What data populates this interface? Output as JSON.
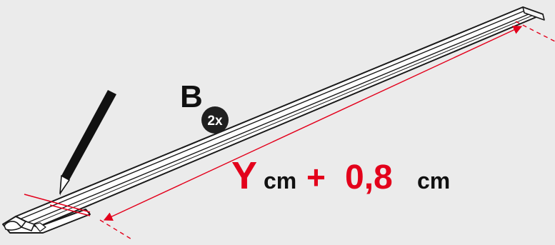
{
  "part": {
    "letter": "B",
    "quantity": "2x"
  },
  "measurement": {
    "variable": "Y",
    "unit_1": "cm",
    "operator": "+",
    "offset": "0,8",
    "unit_2": "cm"
  },
  "colors": {
    "background": "#ebebeb",
    "accent": "#e3001b",
    "ink": "#1a1a1a",
    "badge": "#1f1f1f"
  },
  "icons": [
    "pencil-icon",
    "rail-profile",
    "dimension-arrow",
    "quantity-badge"
  ]
}
